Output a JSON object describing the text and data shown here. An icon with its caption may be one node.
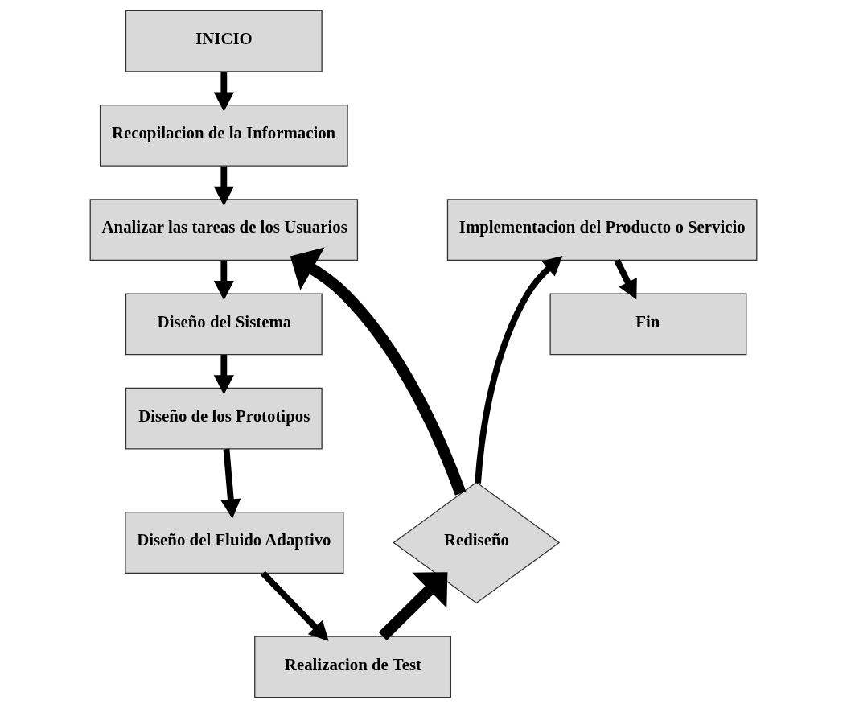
{
  "diagram": {
    "nodes": [
      {
        "text": [
          "INICIO"
        ]
      },
      {
        "text": [
          "Recopilacion de la Informacion"
        ]
      },
      {
        "text": [
          "Analizar las tareas de los Usuarios"
        ]
      },
      {
        "text": [
          "Diseño del Sistema"
        ]
      },
      {
        "text": [
          "Diseño de los Prototipos"
        ]
      },
      {
        "text": [
          "Diseño del Fluido Adaptivo"
        ]
      },
      {
        "text": [
          "Realizacion de Test"
        ]
      },
      {
        "text": [
          "Rediseño"
        ]
      },
      {
        "text": [
          "Implementacion del Producto o Servicio"
        ]
      },
      {
        "text": [
          "Fin"
        ]
      }
    ],
    "edges": [
      {
        "from": 0,
        "to": 1,
        "arrow": "to"
      },
      {
        "from": 1,
        "to": 2,
        "arrow": "to"
      },
      {
        "from": 2,
        "to": 3,
        "arrow": "to"
      },
      {
        "from": 3,
        "to": 4,
        "arrow": "to"
      },
      {
        "from": 4,
        "to": 5,
        "arrow": "to"
      },
      {
        "from": 5,
        "to": 6,
        "arrow": "to"
      },
      {
        "from": 6,
        "to": 7,
        "arrow": "to",
        "style": "thick"
      },
      {
        "from": 7,
        "to": 2,
        "arrow": "to",
        "style": "thick"
      },
      {
        "from": 7,
        "to": 8,
        "arrow": "to"
      },
      {
        "from": 8,
        "to": 9,
        "arrow": "to"
      }
    ]
  }
}
